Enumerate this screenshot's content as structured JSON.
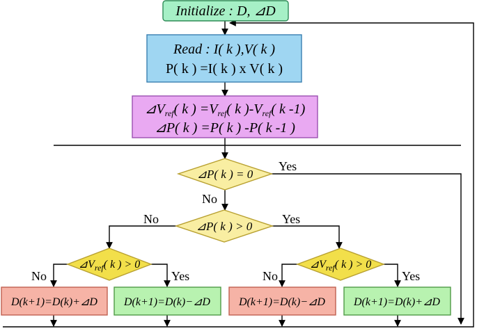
{
  "colors": {
    "init_fill": "#a6f0c6",
    "init_stroke": "#2e8b57",
    "read_fill": "#9fd6f2",
    "read_stroke": "#3a7fb0",
    "calc_fill": "#e9a9f2",
    "calc_stroke": "#9b4fb0",
    "decision_fill": "#f9eea2",
    "decision_fill_dark": "#f2df4a",
    "decision_stroke": "#b8a030",
    "dec_fill": "#f6b3a6",
    "dec_stroke": "#c06050",
    "inc_fill": "#b8f2b0",
    "inc_stroke": "#4f9a46",
    "line": "#000000"
  },
  "nodes": {
    "init": {
      "text": "Initialize : D, ⊿D"
    },
    "read": {
      "line1": "Read : I( k ),V( k )",
      "line2": "P( k ) =I( k ) x V( k )"
    },
    "calc": {
      "line1": {
        "a": "⊿V",
        "a_sub": "ref",
        "b": "( k ) =V",
        "b_sub": "ref",
        "c": "( k )-V",
        "c_sub": "ref",
        "d": "( k -1)"
      },
      "line2": "⊿P( k ) =P( k ) -P( k -1 )"
    },
    "d1": {
      "text": "⊿P( k ) = 0"
    },
    "d2": {
      "text": "⊿P( k ) > 0"
    },
    "d3": {
      "a": "⊿V",
      "a_sub": "ref",
      "b": "( k ) > 0"
    },
    "d4": {
      "a": "⊿V",
      "a_sub": "ref",
      "b": "( k ) > 0"
    },
    "out1": {
      "text": "D(k+1)=D(k)+⊿D"
    },
    "out2": {
      "text": "D(k+1)=D(k)−⊿D"
    },
    "out3": {
      "text": "D(k+1)=D(k)−⊿D"
    },
    "out4": {
      "text": "D(k+1)=D(k)+⊿D"
    }
  },
  "labels": {
    "d1_yes": "Yes",
    "d1_no": "No",
    "d2_no": "No",
    "d2_yes": "Yes",
    "d3_no": "No",
    "d3_yes": "Yes",
    "d4_no": "No",
    "d4_yes": "Yes"
  }
}
